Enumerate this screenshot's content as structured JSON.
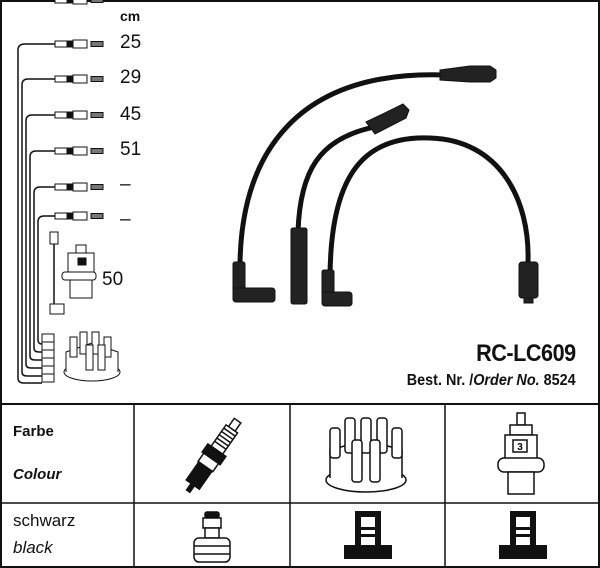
{
  "diagram": {
    "unit_label": "cm",
    "lengths": [
      "25",
      "29",
      "45",
      "51",
      "–",
      "–"
    ],
    "coil_lead_length": "50",
    "product_code": "RC-LC609",
    "order_label_de": "Best. Nr.",
    "order_separator": "/",
    "order_label_en": "Order No.",
    "order_number": "8524"
  },
  "table": {
    "header_de": "Farbe",
    "header_en": "Colour",
    "color_de": "schwarz",
    "color_en": "black",
    "columns": [
      "spark-plug",
      "distributor-cap",
      "ignition-coil"
    ],
    "coil_number": "3"
  }
}
